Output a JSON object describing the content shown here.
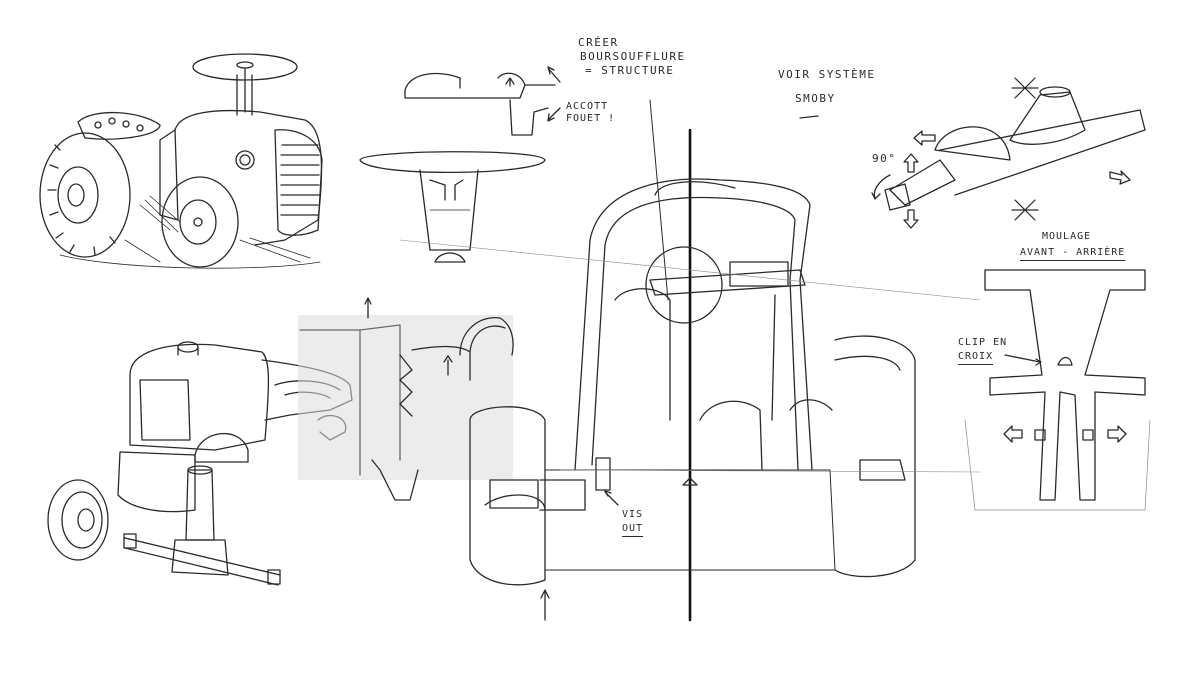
{
  "notes": {
    "creer_1": "CRÉER",
    "creer_2": "BOURSOUFFLURE",
    "creer_3": "= STRUCTURE",
    "accott_1": "ACCOTT",
    "accott_2": "FOUET !",
    "voir_1": "VOIR SYSTÈME",
    "voir_2": "SMOBY",
    "angle": "90°",
    "moulage_1": "MOULAGE",
    "moulage_2": "AVANT - ARRIÈRE",
    "clip_1": "CLIP EN",
    "clip_2": "CROIX",
    "vis_1": "VIS",
    "vis_2": "OUT"
  },
  "icons": {
    "cross_marks": [
      "x-mark-icon",
      "x-mark-icon"
    ],
    "arrows": [
      "arrow-left-icon",
      "arrow-right-icon",
      "arrow-up-icon",
      "arrow-down-icon"
    ]
  },
  "colors": {
    "ink": "#2a2a2a",
    "paper": "#ffffff",
    "shadow": "#dcdcdc"
  }
}
